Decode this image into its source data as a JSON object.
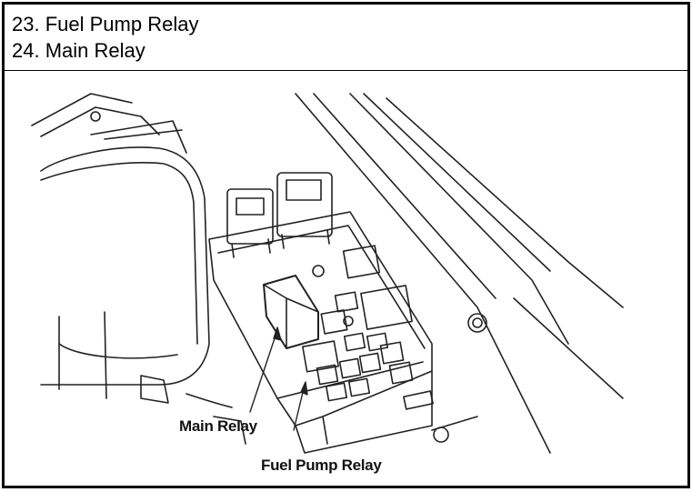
{
  "legend": {
    "items": [
      {
        "number": "23.",
        "label": "Fuel Pump Relay"
      },
      {
        "number": "24.",
        "label": "Main Relay"
      }
    ]
  },
  "diagram": {
    "callouts": {
      "main_relay": "Main Relay",
      "fuel_pump_relay": "Fuel Pump Relay"
    }
  }
}
